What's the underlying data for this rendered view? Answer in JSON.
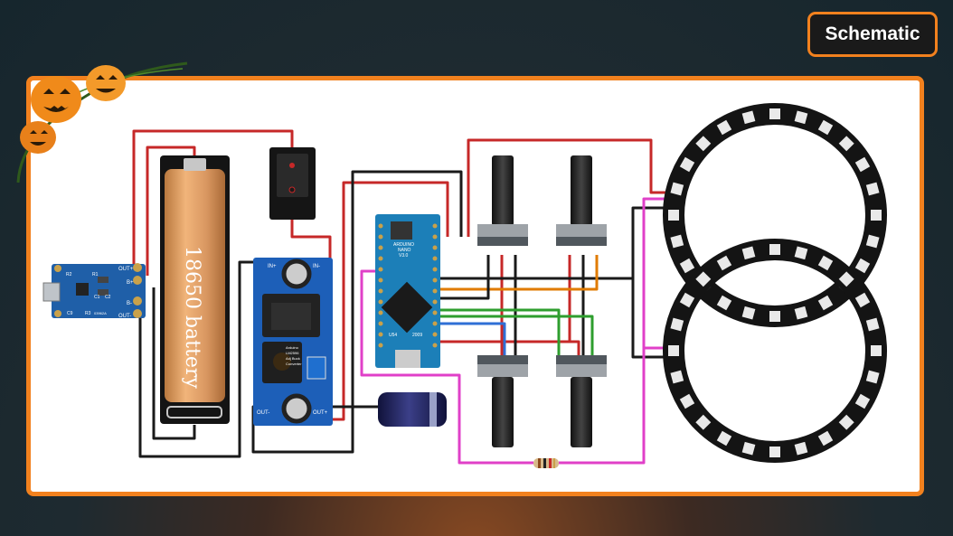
{
  "header": {
    "badge_label": "Schematic"
  },
  "battery": {
    "label": "18650 battery"
  },
  "charger": {
    "pins": [
      "OUT+",
      "B+",
      "B-",
      "OUT-"
    ],
    "refs": [
      "R2",
      "R1",
      "C1",
      "C2",
      "R3",
      "C9"
    ],
    "model": "03962A"
  },
  "converter": {
    "pins": [
      "IN+",
      "IN-",
      "OUT-",
      "OUT+"
    ],
    "caption": [
      "Arduino",
      "LM2596",
      "Adj Buck",
      "Converter"
    ]
  },
  "arduino": {
    "name": [
      "ARDUINO",
      "NANO",
      "V3.0"
    ],
    "chip": "U54",
    "year": "2009"
  },
  "colors": {
    "accent": "#f2811e",
    "wire_red": "#c62828",
    "wire_black": "#1a1a1a",
    "wire_pink": "#e040c8",
    "wire_orange": "#e07b00",
    "wire_green": "#2e9e2e",
    "wire_blue": "#2f6fd6"
  }
}
